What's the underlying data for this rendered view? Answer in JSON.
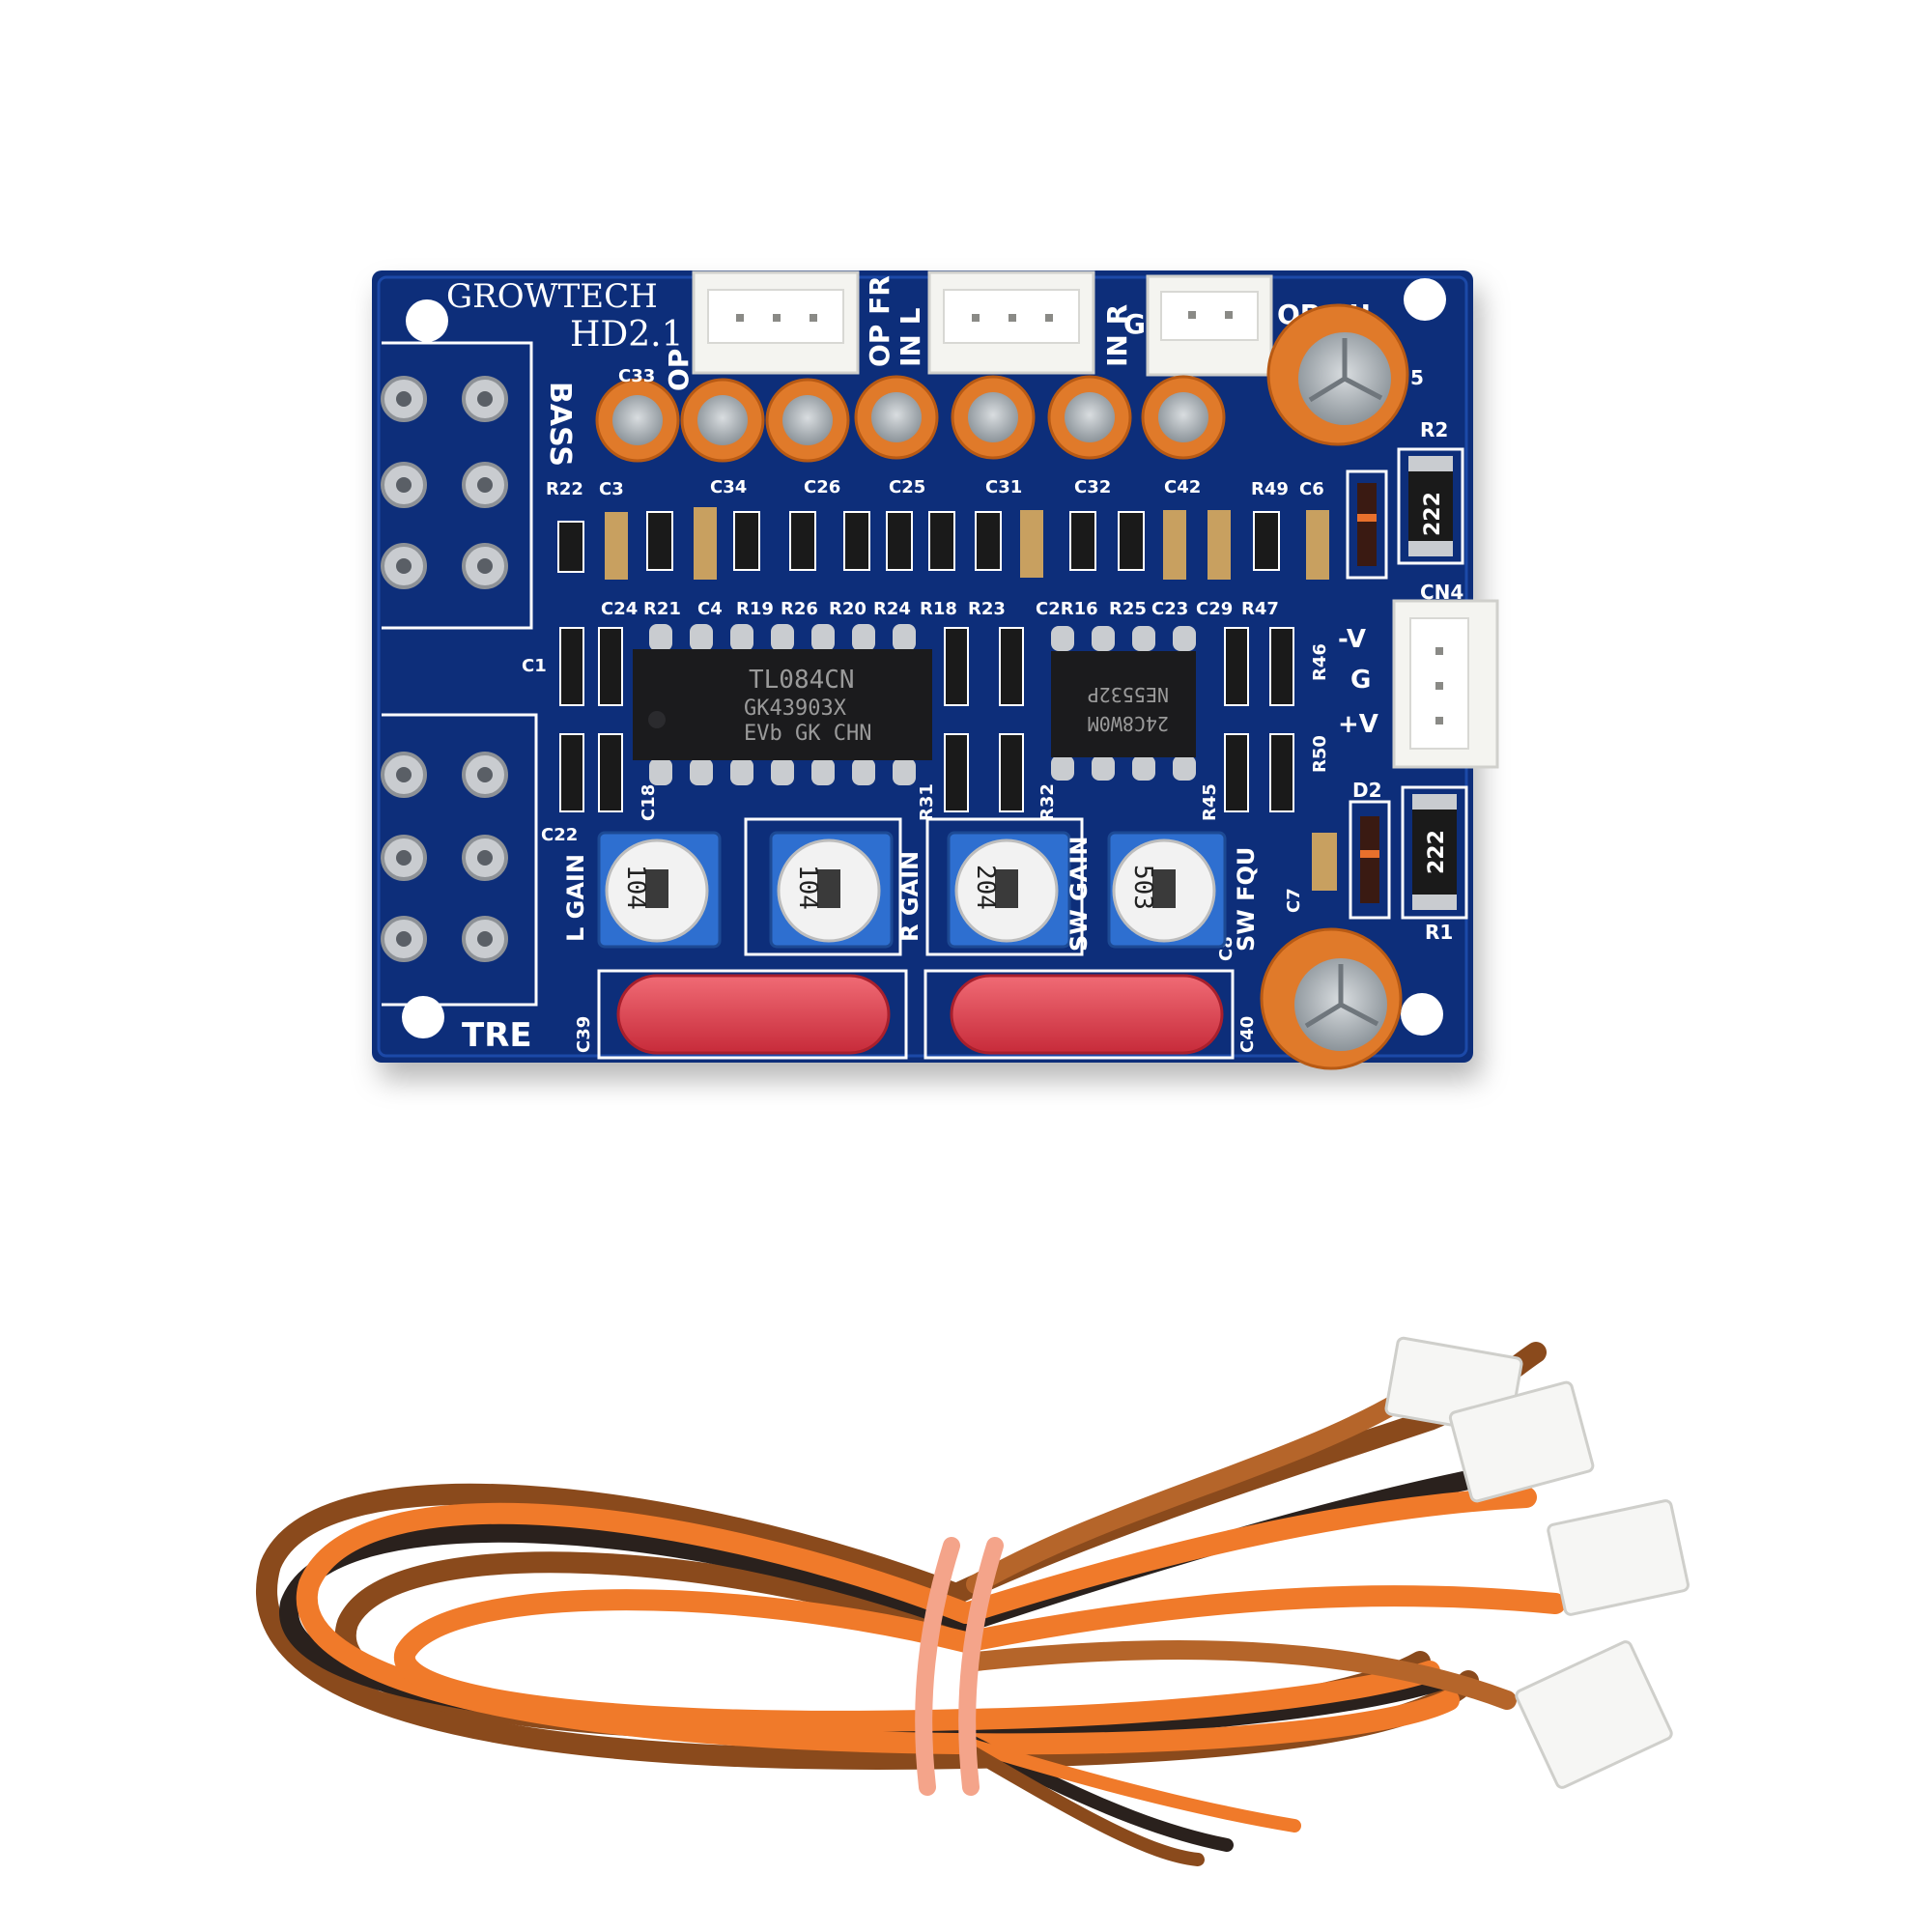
{
  "board": {
    "brand": "GROWTECH",
    "model": "HD2.1",
    "colors": {
      "pcb": "#0c2f7a",
      "silk": "#ffffff",
      "cap": "#e07a2a",
      "poly": "#e0414f"
    },
    "labels": {
      "bass": "BASS",
      "tre": "TRE",
      "op": "OP",
      "op_fr": "OP FR",
      "in_l": "IN L",
      "in_r": "IN R",
      "g_top": "G",
      "op_su": "OP SU",
      "cn4": "CN4",
      "minus_v": "-V",
      "g_side": "G",
      "plus_v": "+V",
      "l_gain": "L GAIN",
      "r_gain": "R GAIN",
      "sw_gain": "SW GAIN",
      "sw_fqu": "SW FQU"
    },
    "caps_top": [
      "C33",
      "C34",
      "C26",
      "C25",
      "C31",
      "C32",
      "C42"
    ],
    "refs_row1": [
      "R22",
      "C3",
      "R49",
      "C6"
    ],
    "refs_row2": [
      "C24",
      "R21",
      "C4",
      "R19",
      "R26",
      "R20",
      "R24",
      "R18",
      "R23",
      "C2R16",
      "R25",
      "C23",
      "C29",
      "R47"
    ],
    "misc_refs": {
      "c1": "C1",
      "c18": "C18",
      "c22": "C22",
      "r31": "R31",
      "r32": "R32",
      "r45": "R45",
      "r46": "R46",
      "r50": "R50",
      "r2": "R2",
      "r1": "R1",
      "d2": "D2",
      "c7": "C7",
      "c8": "C8",
      "c39": "C39",
      "c40": "C40",
      "c5": "5"
    },
    "ic1": {
      "line1": "TL084CN",
      "line2": "GK43903X",
      "line3": "EVb GK CHN"
    },
    "ic2": {
      "line1": "NE5532P",
      "line2": "24C8W0M"
    },
    "pots": [
      "104",
      "104",
      "204",
      "503"
    ],
    "resistor_code": "222",
    "cap_code": "222"
  }
}
